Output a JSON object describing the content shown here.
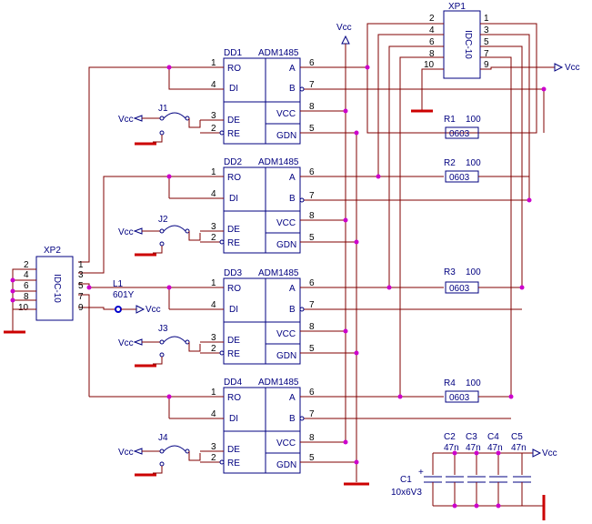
{
  "vcc": "Vcc",
  "chips": [
    {
      "ref": "DD1",
      "part": "ADM1485"
    },
    {
      "ref": "DD2",
      "part": "ADM1485"
    },
    {
      "ref": "DD3",
      "part": "ADM1485"
    },
    {
      "ref": "DD4",
      "part": "ADM1485"
    }
  ],
  "chip_pins": {
    "left": [
      {
        "num": "1",
        "name": "RO"
      },
      {
        "num": "4",
        "name": "DI"
      },
      {
        "num": "3",
        "name": "DE"
      },
      {
        "num": "2",
        "name": "RE"
      }
    ],
    "right": [
      {
        "num": "6",
        "name": "A"
      },
      {
        "num": "7",
        "name": "B"
      },
      {
        "num": "8",
        "name": "VCC"
      },
      {
        "num": "5",
        "name": "GDN"
      }
    ]
  },
  "jumpers": [
    "J1",
    "J2",
    "J3",
    "J4"
  ],
  "resistors": [
    {
      "ref": "R1",
      "value": "100",
      "package": "0603"
    },
    {
      "ref": "R2",
      "value": "100",
      "package": "0603"
    },
    {
      "ref": "R3",
      "value": "100",
      "package": "0603"
    },
    {
      "ref": "R4",
      "value": "100",
      "package": "0603"
    }
  ],
  "xp1": {
    "ref": "XP1",
    "body": "IDC-10",
    "left_pins": [
      "2",
      "4",
      "6",
      "8",
      "10"
    ],
    "right_pins": [
      "1",
      "3",
      "5",
      "7",
      "9"
    ]
  },
  "xp2": {
    "ref": "XP2",
    "body": "IDC-10",
    "left_pins": [
      "2",
      "4",
      "6",
      "8",
      "10"
    ],
    "right_pins": [
      "1",
      "3",
      "5",
      "7",
      "9"
    ]
  },
  "l1": {
    "ref": "L1",
    "value": "601Y"
  },
  "c1": {
    "ref": "C1",
    "value": "10x6V3",
    "polarity": "+"
  },
  "caps": [
    {
      "ref": "C2",
      "value": "47n"
    },
    {
      "ref": "C3",
      "value": "47n"
    },
    {
      "ref": "C4",
      "value": "47n"
    },
    {
      "ref": "C5",
      "value": "47n"
    }
  ]
}
